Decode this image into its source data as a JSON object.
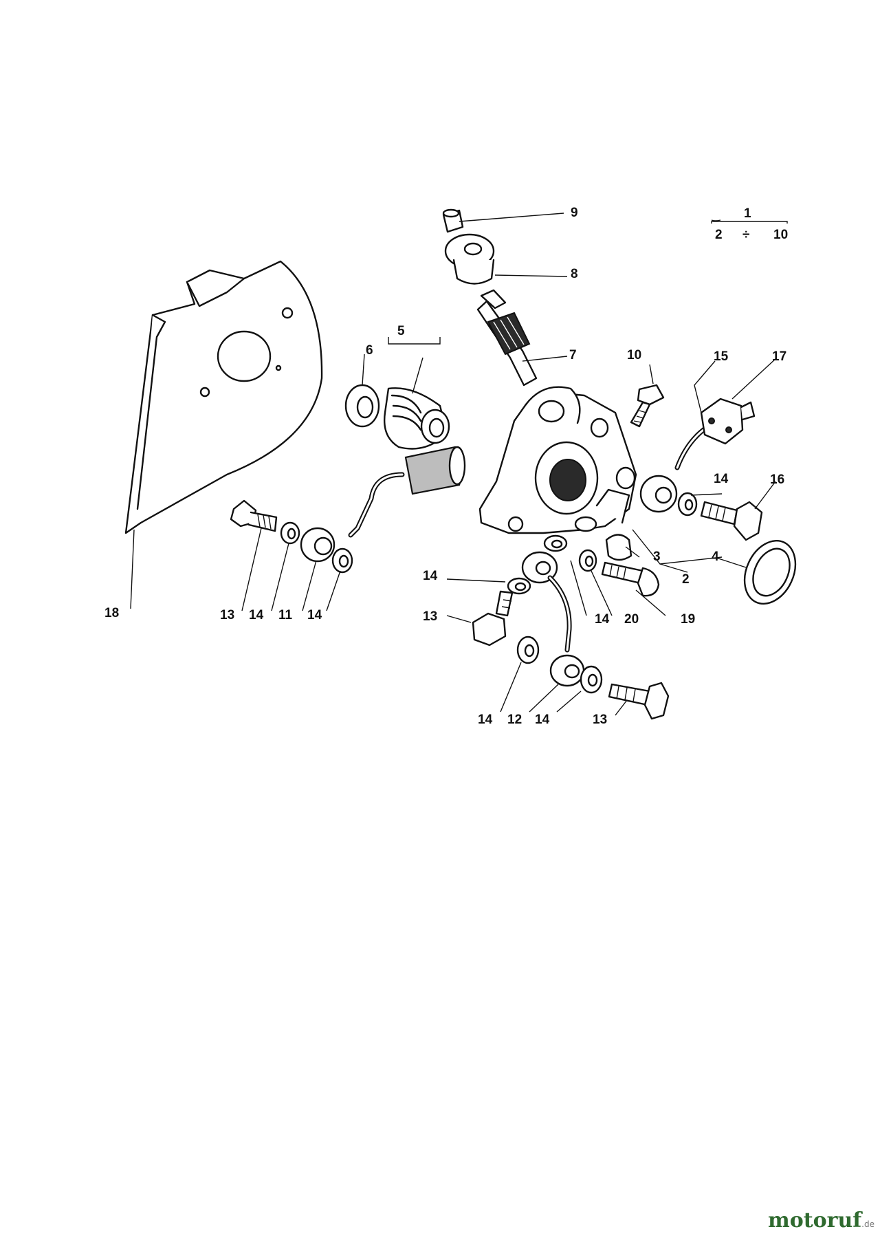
{
  "callouts": {
    "c1": "1",
    "c2": "2",
    "c3": "3",
    "c4": "4",
    "c5": "5",
    "c6": "6",
    "c7": "7",
    "c8": "8",
    "c9": "9",
    "c10": "10",
    "c11": "11",
    "c12": "12",
    "c13": "13",
    "c14": "14",
    "c15": "15",
    "c16": "16",
    "c17": "17",
    "c18": "18",
    "c19": "19",
    "c20": "20",
    "range_from": "2",
    "range_sep": "÷",
    "range_to": "10"
  },
  "watermark": {
    "part1": "moto",
    "part2": "ruf",
    "suffix": ".de"
  }
}
